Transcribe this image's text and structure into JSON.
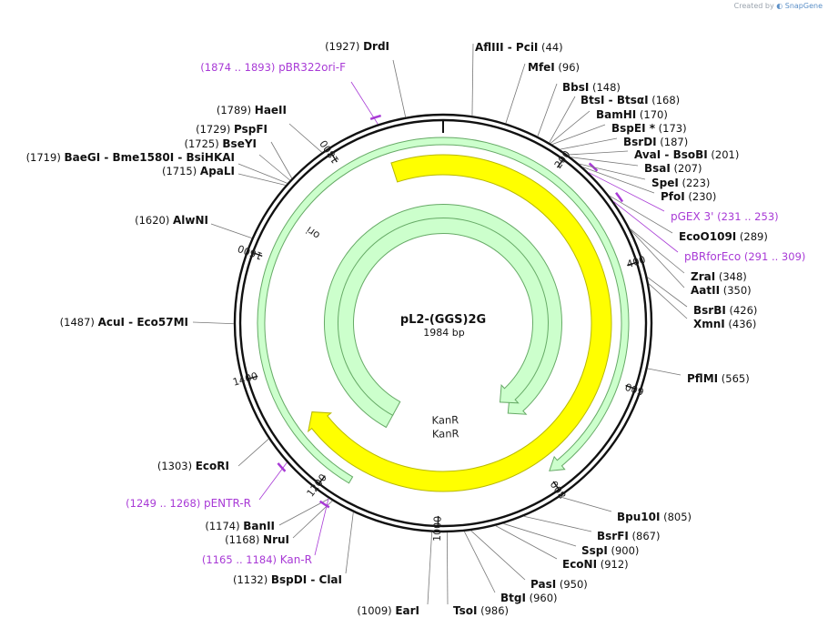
{
  "credit": {
    "prefix": "Created by",
    "brand": "SnapGene"
  },
  "plasmid": {
    "name": "pL2-(GGS)2G",
    "length_label": "1984 bp",
    "length": 1984
  },
  "ruler_ticks": [
    200,
    400,
    600,
    800,
    1000,
    1200,
    1400,
    1600,
    1800
  ],
  "features": [
    {
      "name": "ori",
      "start": 1885,
      "end": 1300,
      "color": "#ffff00",
      "stroke": "#b8b800",
      "direction": "cw"
    },
    {
      "name": "KanR",
      "start": 1150,
      "end": 795,
      "color": "#ccffcc",
      "stroke": "#66aa66",
      "direction": "cw"
    },
    {
      "name": "KanR",
      "start": 1150,
      "end": 795,
      "color": "#ccffcc",
      "stroke": "#66aa66",
      "direction": "cw"
    },
    {
      "name": "",
      "start": 1160,
      "end": 795,
      "color": "#ccffcc",
      "stroke": "#66aa66",
      "direction": "cw"
    }
  ],
  "enzymes": [
    {
      "pos": "(1927)",
      "name": "DrdI",
      "extra": "",
      "tail": ""
    },
    {
      "pos": "(1874 .. 1893)",
      "name": "pBR322ori-F",
      "extra": "",
      "tail": "",
      "primer": true
    },
    {
      "pos": "(1789)",
      "name": "HaeII",
      "extra": "",
      "tail": ""
    },
    {
      "pos": "(1729)",
      "name": "PspFI",
      "extra": "",
      "tail": ""
    },
    {
      "pos": "(1725)",
      "name": "BseYI",
      "extra": "",
      "tail": ""
    },
    {
      "pos": "(1719)",
      "name": "BaeGI",
      "extra": "- Bme1580I - BsiHKAI",
      "tail": ""
    },
    {
      "pos": "(1715)",
      "name": "ApaLI",
      "extra": "",
      "tail": ""
    },
    {
      "pos": "(1620)",
      "name": "AlwNI",
      "extra": "",
      "tail": ""
    },
    {
      "pos": "(1487)",
      "name": "AcuI",
      "extra": "- Eco57MI",
      "tail": ""
    },
    {
      "pos": "(1303)",
      "name": "EcoRI",
      "extra": "",
      "tail": ""
    },
    {
      "pos": "(1249 .. 1268)",
      "name": "pENTR-R",
      "extra": "",
      "tail": "",
      "primer": true
    },
    {
      "pos": "(1174)",
      "name": "BanII",
      "extra": "",
      "tail": ""
    },
    {
      "pos": "(1168)",
      "name": "NruI",
      "extra": "",
      "tail": ""
    },
    {
      "pos": "(1165 .. 1184)",
      "name": "Kan-R",
      "extra": "",
      "tail": "",
      "primer": true
    },
    {
      "pos": "(1132)",
      "name": "BspDI",
      "extra": "- ClaI",
      "tail": ""
    },
    {
      "pos": "(1009)",
      "name": "EarI",
      "extra": "",
      "tail": ""
    },
    {
      "pos": "",
      "name": "TsoI",
      "extra": "",
      "tail": "(986)"
    },
    {
      "pos": "",
      "name": "BtgI",
      "extra": "",
      "tail": "(960)"
    },
    {
      "pos": "",
      "name": "PasI",
      "extra": "",
      "tail": "(950)"
    },
    {
      "pos": "",
      "name": "EcoNI",
      "extra": "",
      "tail": "(912)"
    },
    {
      "pos": "",
      "name": "SspI",
      "extra": "",
      "tail": "(900)"
    },
    {
      "pos": "",
      "name": "BsrFI",
      "extra": "",
      "tail": "(867)"
    },
    {
      "pos": "",
      "name": "Bpu10I",
      "extra": "",
      "tail": "(805)"
    },
    {
      "pos": "",
      "name": "PflMI",
      "extra": "",
      "tail": "(565)"
    },
    {
      "pos": "",
      "name": "XmnI",
      "extra": "",
      "tail": "(436)"
    },
    {
      "pos": "",
      "name": "BsrBI",
      "extra": "",
      "tail": "(426)"
    },
    {
      "pos": "",
      "name": "AatII",
      "extra": "",
      "tail": "(350)"
    },
    {
      "pos": "",
      "name": "ZraI",
      "extra": "",
      "tail": "(348)"
    },
    {
      "pos": "",
      "name": "pBRforEco",
      "extra": "",
      "tail": "(291 .. 309)",
      "primer": true
    },
    {
      "pos": "",
      "name": "EcoO109I",
      "extra": "",
      "tail": "(289)"
    },
    {
      "pos": "",
      "name": "pGEX 3'",
      "extra": "",
      "tail": "(231 .. 253)",
      "primer": true
    },
    {
      "pos": "",
      "name": "PfoI",
      "extra": "",
      "tail": "(230)"
    },
    {
      "pos": "",
      "name": "SpeI",
      "extra": "",
      "tail": "(223)"
    },
    {
      "pos": "",
      "name": "BsaI",
      "extra": "",
      "tail": "(207)"
    },
    {
      "pos": "",
      "name": "AvaI",
      "extra": "- BsoBI",
      "tail": "(201)"
    },
    {
      "pos": "",
      "name": "BsrDI",
      "extra": "",
      "tail": "(187)"
    },
    {
      "pos": "",
      "name": "BspEI *",
      "extra": "",
      "tail": "(173)"
    },
    {
      "pos": "",
      "name": "BamHI",
      "extra": "",
      "tail": "(170)"
    },
    {
      "pos": "",
      "name": "BtsI",
      "extra": "- BtsαI",
      "tail": "(168)"
    },
    {
      "pos": "",
      "name": "BbsI",
      "extra": "",
      "tail": "(148)"
    },
    {
      "pos": "",
      "name": "MfeI",
      "extra": "",
      "tail": "(96)"
    },
    {
      "pos": "",
      "name": "AflIII",
      "extra": "- PciI",
      "tail": "(44)"
    }
  ]
}
